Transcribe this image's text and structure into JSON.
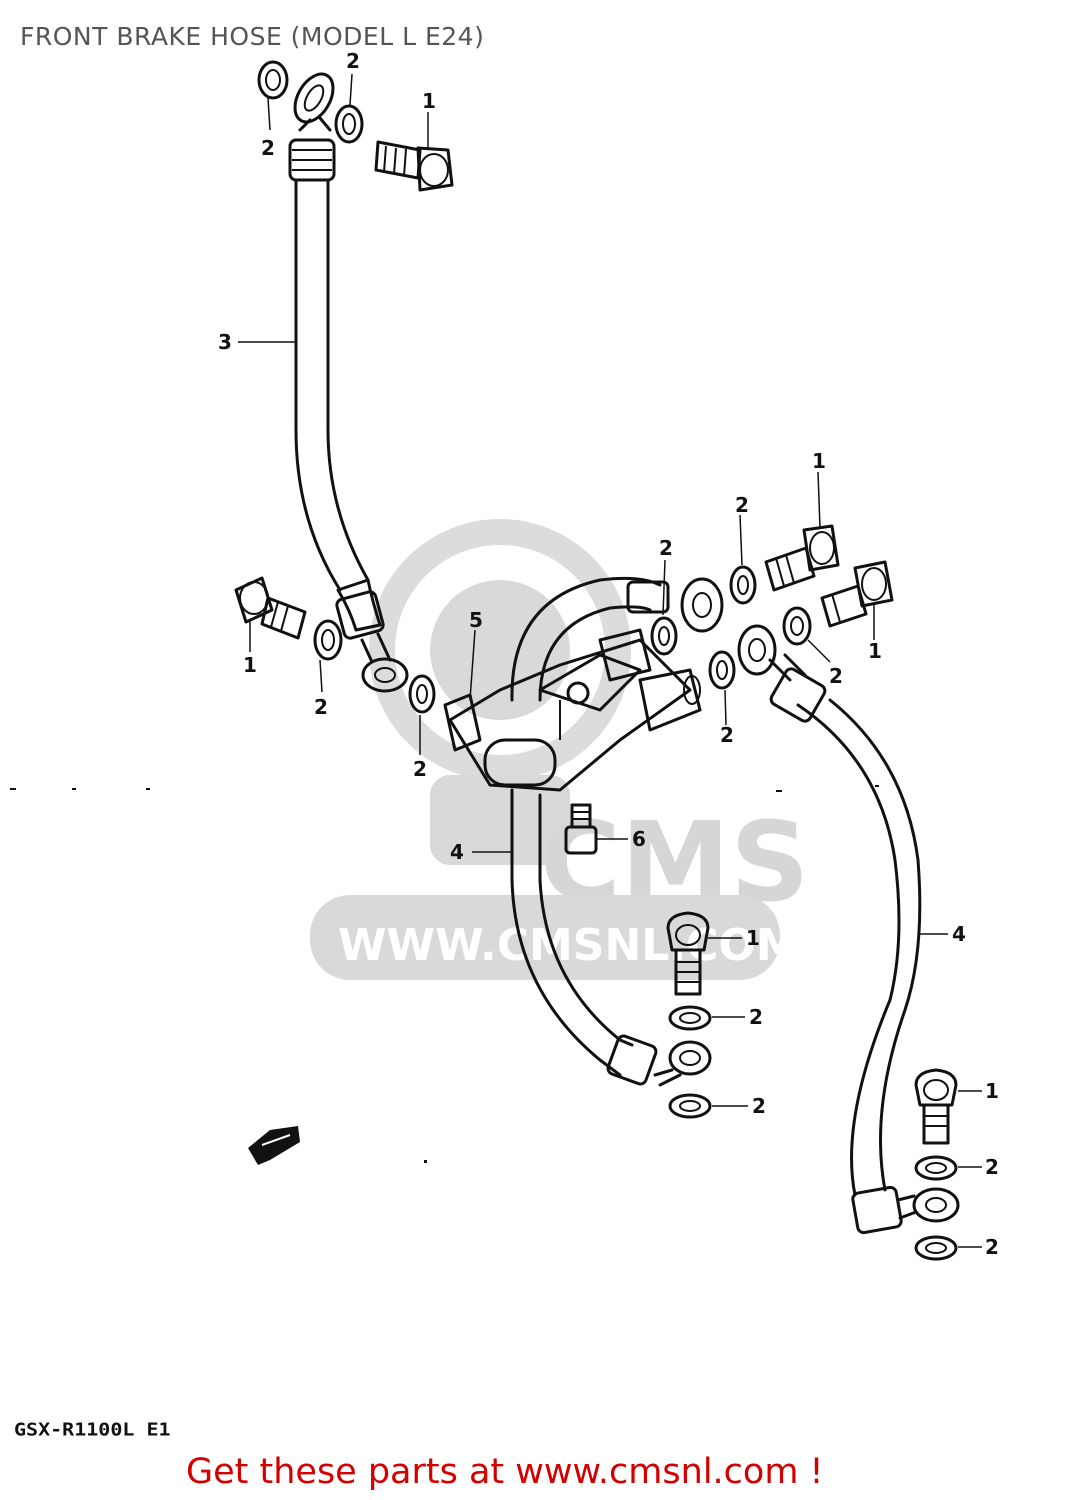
{
  "title": "FRONT BRAKE HOSE (MODEL L E24)",
  "model_code": "GSX-R1100L E1",
  "watermark": {
    "brand": "CMS",
    "url": "WWW.CMSNL.COM"
  },
  "footer": {
    "text": "Get these parts at www.cmsnl.com !",
    "color": "#d40000"
  },
  "callouts": {
    "part_1": "1",
    "part_2": "2",
    "part_3": "3",
    "part_4": "4",
    "part_5": "5",
    "part_6": "6"
  },
  "colors": {
    "title": "#555555",
    "line_art": "#111111",
    "watermark": "#d9d9d9"
  }
}
